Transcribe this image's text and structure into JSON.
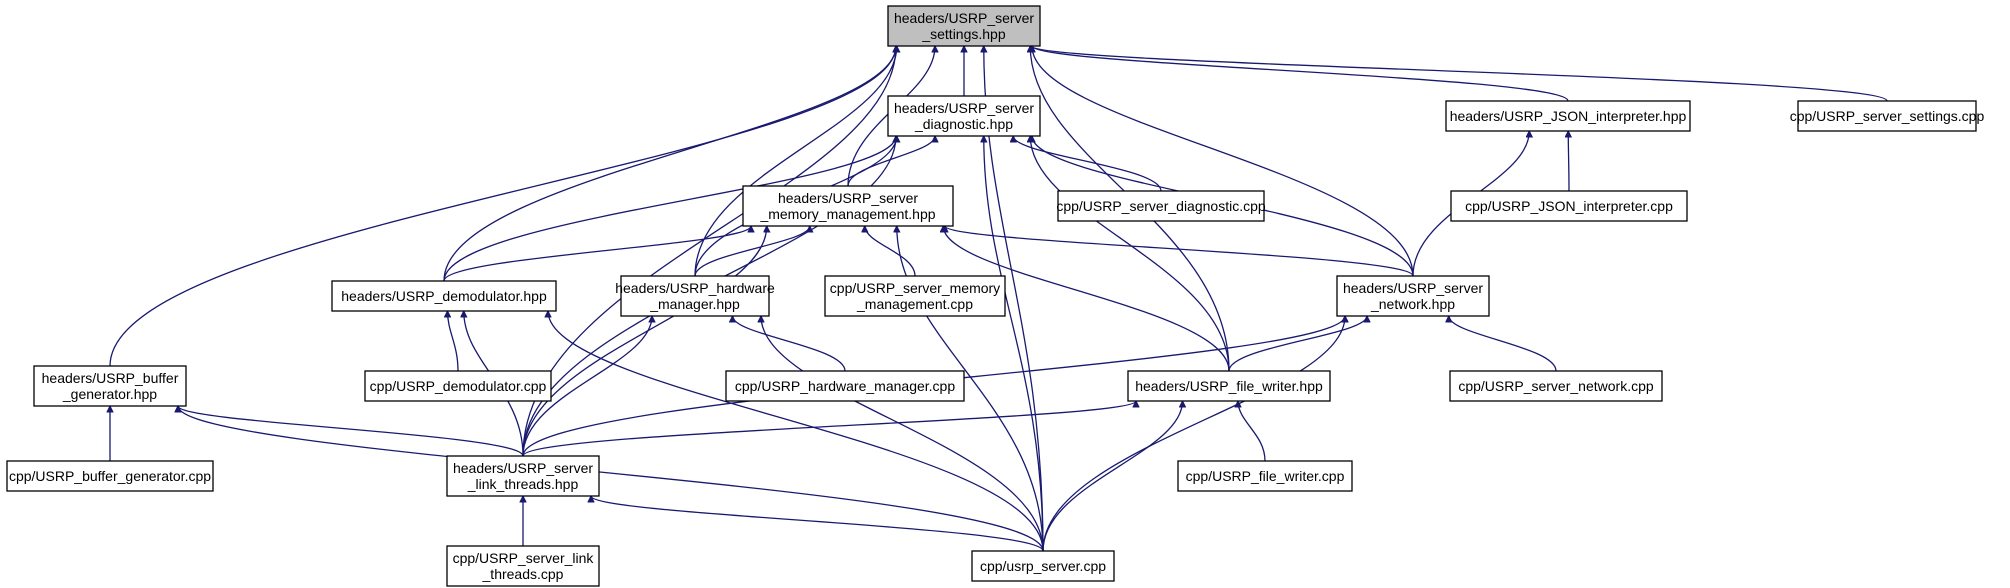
{
  "graph": {
    "colors": {
      "edge": "#191970",
      "node_border": "#000000",
      "root_fill": "#bfbfbf",
      "node_fill": "#ffffff"
    },
    "nodes": [
      {
        "id": "settings_hpp",
        "lines": [
          "headers/USRP_server",
          "_settings.hpp"
        ],
        "root": true
      },
      {
        "id": "diagnostic_hpp",
        "lines": [
          "headers/USRP_server",
          "_diagnostic.hpp"
        ]
      },
      {
        "id": "json_hpp",
        "lines": [
          "headers/USRP_JSON_interpreter.hpp"
        ]
      },
      {
        "id": "settings_cpp",
        "lines": [
          "cpp/USRP_server_settings.cpp"
        ]
      },
      {
        "id": "memory_hpp",
        "lines": [
          "headers/USRP_server",
          "_memory_management.hpp"
        ]
      },
      {
        "id": "diagnostic_cpp",
        "lines": [
          "cpp/USRP_server_diagnostic.cpp"
        ]
      },
      {
        "id": "json_cpp",
        "lines": [
          "cpp/USRP_JSON_interpreter.cpp"
        ]
      },
      {
        "id": "demod_hpp",
        "lines": [
          "headers/USRP_demodulator.hpp"
        ]
      },
      {
        "id": "hardware_hpp",
        "lines": [
          "headers/USRP_hardware",
          "_manager.hpp"
        ]
      },
      {
        "id": "memory_cpp",
        "lines": [
          "cpp/USRP_server_memory",
          "_management.cpp"
        ]
      },
      {
        "id": "network_hpp",
        "lines": [
          "headers/USRP_server",
          "_network.hpp"
        ]
      },
      {
        "id": "buffer_hpp",
        "lines": [
          "headers/USRP_buffer",
          "_generator.hpp"
        ]
      },
      {
        "id": "demod_cpp",
        "lines": [
          "cpp/USRP_demodulator.cpp"
        ]
      },
      {
        "id": "hardware_cpp",
        "lines": [
          "cpp/USRP_hardware_manager.cpp"
        ]
      },
      {
        "id": "filewriter_hpp",
        "lines": [
          "headers/USRP_file_writer.hpp"
        ]
      },
      {
        "id": "network_cpp",
        "lines": [
          "cpp/USRP_server_network.cpp"
        ]
      },
      {
        "id": "buffer_cpp",
        "lines": [
          "cpp/USRP_buffer_generator.cpp"
        ]
      },
      {
        "id": "linkthreads_hpp",
        "lines": [
          "headers/USRP_server",
          "_link_threads.hpp"
        ]
      },
      {
        "id": "filewriter_cpp",
        "lines": [
          "cpp/USRP_file_writer.cpp"
        ]
      },
      {
        "id": "linkthreads_cpp",
        "lines": [
          "cpp/USRP_server_link",
          "_threads.cpp"
        ]
      },
      {
        "id": "usrp_server_cpp",
        "lines": [
          "cpp/usrp_server.cpp"
        ]
      }
    ],
    "edges": [
      {
        "from": "diagnostic_hpp",
        "to": "settings_hpp"
      },
      {
        "from": "json_hpp",
        "to": "settings_hpp"
      },
      {
        "from": "settings_cpp",
        "to": "settings_hpp"
      },
      {
        "from": "memory_hpp",
        "to": "settings_hpp"
      },
      {
        "from": "demod_hpp",
        "to": "settings_hpp"
      },
      {
        "from": "hardware_hpp",
        "to": "settings_hpp"
      },
      {
        "from": "network_hpp",
        "to": "settings_hpp"
      },
      {
        "from": "buffer_hpp",
        "to": "settings_hpp"
      },
      {
        "from": "filewriter_hpp",
        "to": "settings_hpp"
      },
      {
        "from": "linkthreads_hpp",
        "to": "settings_hpp"
      },
      {
        "from": "usrp_server_cpp",
        "to": "settings_hpp"
      },
      {
        "from": "memory_hpp",
        "to": "diagnostic_hpp"
      },
      {
        "from": "diagnostic_cpp",
        "to": "diagnostic_hpp"
      },
      {
        "from": "demod_hpp",
        "to": "diagnostic_hpp"
      },
      {
        "from": "hardware_hpp",
        "to": "diagnostic_hpp"
      },
      {
        "from": "network_hpp",
        "to": "diagnostic_hpp"
      },
      {
        "from": "filewriter_hpp",
        "to": "diagnostic_hpp"
      },
      {
        "from": "linkthreads_hpp",
        "to": "diagnostic_hpp"
      },
      {
        "from": "usrp_server_cpp",
        "to": "diagnostic_hpp"
      },
      {
        "from": "json_cpp",
        "to": "json_hpp"
      },
      {
        "from": "network_hpp",
        "to": "json_hpp"
      },
      {
        "from": "demod_hpp",
        "to": "memory_hpp"
      },
      {
        "from": "hardware_hpp",
        "to": "memory_hpp"
      },
      {
        "from": "memory_cpp",
        "to": "memory_hpp"
      },
      {
        "from": "network_hpp",
        "to": "memory_hpp"
      },
      {
        "from": "filewriter_hpp",
        "to": "memory_hpp"
      },
      {
        "from": "linkthreads_hpp",
        "to": "memory_hpp"
      },
      {
        "from": "usrp_server_cpp",
        "to": "memory_hpp"
      },
      {
        "from": "demod_cpp",
        "to": "demod_hpp"
      },
      {
        "from": "linkthreads_hpp",
        "to": "demod_hpp"
      },
      {
        "from": "usrp_server_cpp",
        "to": "demod_hpp"
      },
      {
        "from": "hardware_cpp",
        "to": "hardware_hpp"
      },
      {
        "from": "linkthreads_hpp",
        "to": "hardware_hpp"
      },
      {
        "from": "usrp_server_cpp",
        "to": "hardware_hpp"
      },
      {
        "from": "filewriter_hpp",
        "to": "network_hpp"
      },
      {
        "from": "network_cpp",
        "to": "network_hpp"
      },
      {
        "from": "linkthreads_hpp",
        "to": "network_hpp"
      },
      {
        "from": "usrp_server_cpp",
        "to": "network_hpp"
      },
      {
        "from": "buffer_cpp",
        "to": "buffer_hpp"
      },
      {
        "from": "linkthreads_hpp",
        "to": "buffer_hpp"
      },
      {
        "from": "usrp_server_cpp",
        "to": "buffer_hpp"
      },
      {
        "from": "filewriter_cpp",
        "to": "filewriter_hpp"
      },
      {
        "from": "linkthreads_hpp",
        "to": "filewriter_hpp"
      },
      {
        "from": "usrp_server_cpp",
        "to": "filewriter_hpp"
      },
      {
        "from": "linkthreads_cpp",
        "to": "linkthreads_hpp"
      },
      {
        "from": "usrp_server_cpp",
        "to": "linkthreads_hpp"
      }
    ]
  }
}
